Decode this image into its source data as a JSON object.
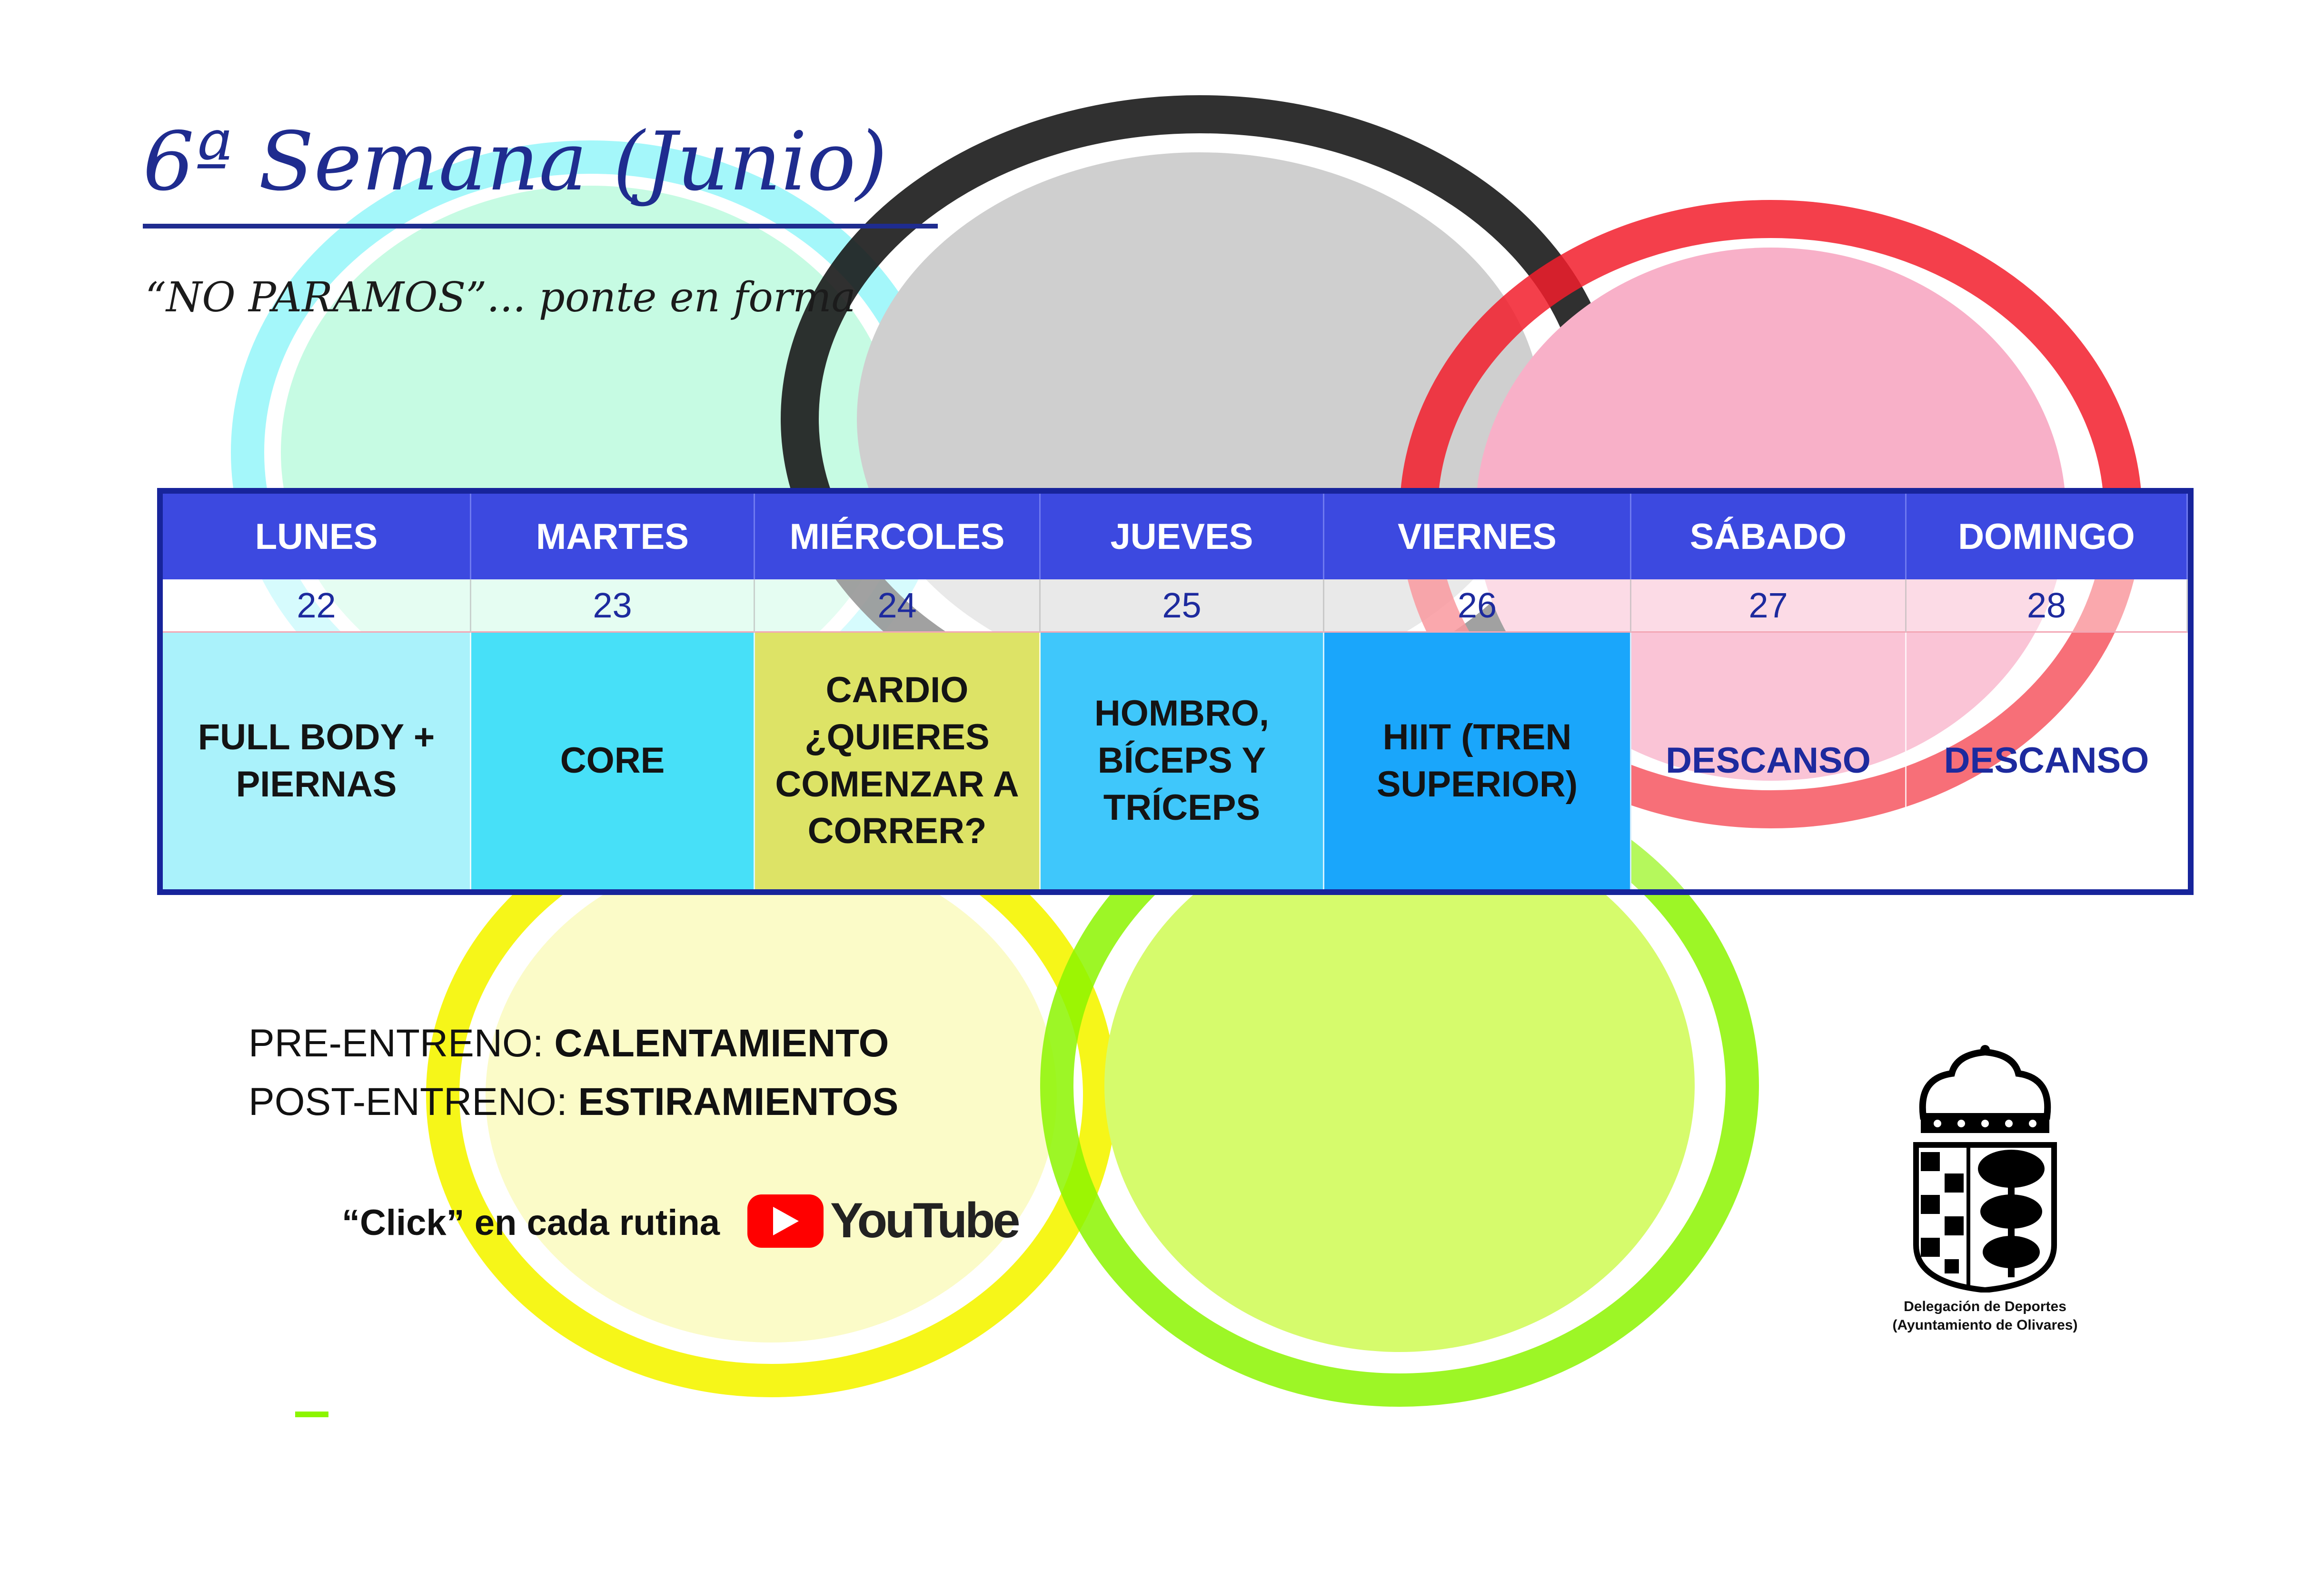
{
  "title": "6ª Semana (Junio)",
  "subtitle": "“NO PARAMOS”... ponte en forma",
  "schedule": [
    {
      "day": "LUNES",
      "date": "22",
      "routine": "FULL BODY + PIERNAS",
      "color": "#aaf2fb",
      "rest": false
    },
    {
      "day": "MARTES",
      "date": "23",
      "routine": "CORE",
      "color": "#47e0f8",
      "rest": false
    },
    {
      "day": "MIÉRCOLES",
      "date": "24",
      "routine": "CARDIO ¿QUIERES COMENZAR A CORRER?",
      "color": "#dde366",
      "rest": false
    },
    {
      "day": "JUEVES",
      "date": "25",
      "routine": "HOMBRO, BÍCEPS Y TRÍCEPS",
      "color": "#3fc7fb",
      "rest": false
    },
    {
      "day": "VIERNES",
      "date": "26",
      "routine": "HIIT (TREN SUPERIOR)",
      "color": "#1aa6fb",
      "rest": false
    },
    {
      "day": "SÁBADO",
      "date": "27",
      "routine": "DESCANSO",
      "color": "transparent",
      "rest": true
    },
    {
      "day": "DOMINGO",
      "date": "28",
      "routine": "DESCANSO",
      "color": "transparent",
      "rest": true
    }
  ],
  "notes": {
    "pre_label": "PRE-ENTRENO: ",
    "pre_value": "CALENTAMIENTO",
    "post_label": "POST-ENTRENO: ",
    "post_value": "ESTIRAMIENTOS"
  },
  "click_text": "“Click” en cada rutina",
  "youtube_label": "YouTube",
  "organization": {
    "line1": "Delegación de Deportes",
    "line2": "(Ayuntamiento de Olivares)"
  },
  "colors": {
    "title": "#1f2c8f",
    "header": "#3c49e0",
    "border": "#17249b",
    "ring_cyan": "#6ff3f8",
    "ring_black": "#1a1a1a",
    "ring_red": "#f21d2b",
    "ring_yellow": "#f5f500",
    "ring_green": "#8cf500"
  }
}
